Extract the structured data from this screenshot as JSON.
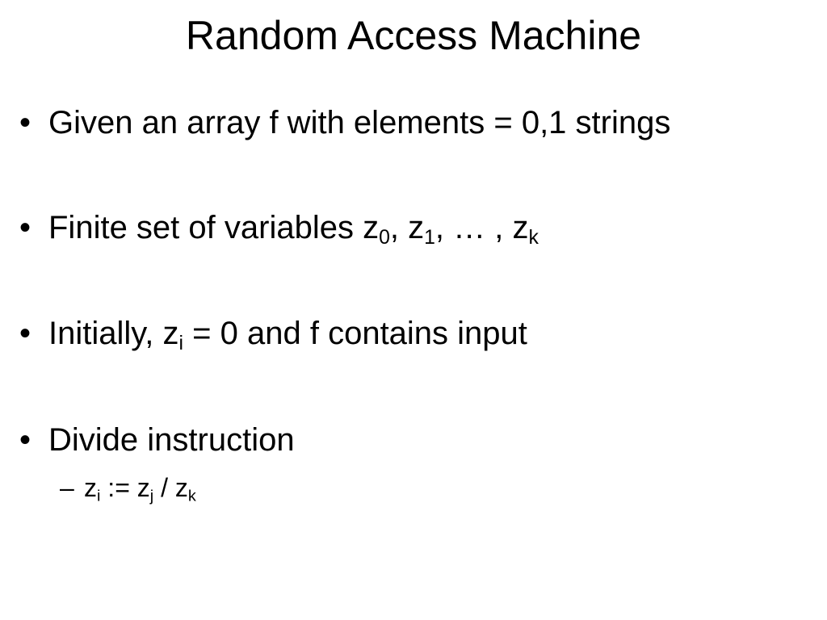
{
  "slide": {
    "title": "Random Access Machine",
    "bullet_marker": "•",
    "sub_marker": "–",
    "bullets": [
      {
        "text": "Given an array f with elements = 0,1 strings"
      },
      {
        "prefix": "Finite set of variables z",
        "sub0": "0",
        "sep1": ", z",
        "sub1": "1",
        "sep2": ", … , z",
        "subk": "k"
      },
      {
        "prefix": "Initially, z",
        "subi": "i",
        "suffix": " = 0 and f contains input"
      },
      {
        "text": "Divide instruction",
        "sub_item": {
          "z1": "z",
          "s1": "i",
          "op": " := z",
          "s2": "j",
          "div": " / z",
          "s3": "k"
        }
      }
    ]
  }
}
